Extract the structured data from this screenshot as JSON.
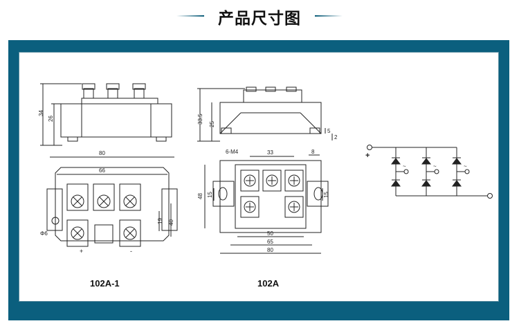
{
  "header": {
    "title": "产品尺寸图"
  },
  "drawing_102A1": {
    "caption": "102A-1",
    "dims": {
      "height_34": "34",
      "height_26": "26",
      "width_80": "80",
      "width_66": "66",
      "hole": "Φ6",
      "side_19": "19",
      "side_40": "40"
    },
    "terminal_plus": "+",
    "terminal_minus": "-"
  },
  "drawing_102A": {
    "caption": "102A",
    "dims": {
      "height_335": "33.5",
      "height_25": "25",
      "right_5": "5",
      "right_2": "2",
      "screw": "6-M4",
      "top_33": "33",
      "top_8": "8",
      "left_48": "48",
      "left_15": "15",
      "right_15": "15",
      "bottom_50": "50",
      "bottom_65": "65",
      "bottom_80": "80"
    }
  },
  "schematic": {
    "plus": "+",
    "ac": "~"
  },
  "colors": {
    "frame": "#0b5f7e",
    "line": "#222222",
    "title_line": "#065976"
  }
}
